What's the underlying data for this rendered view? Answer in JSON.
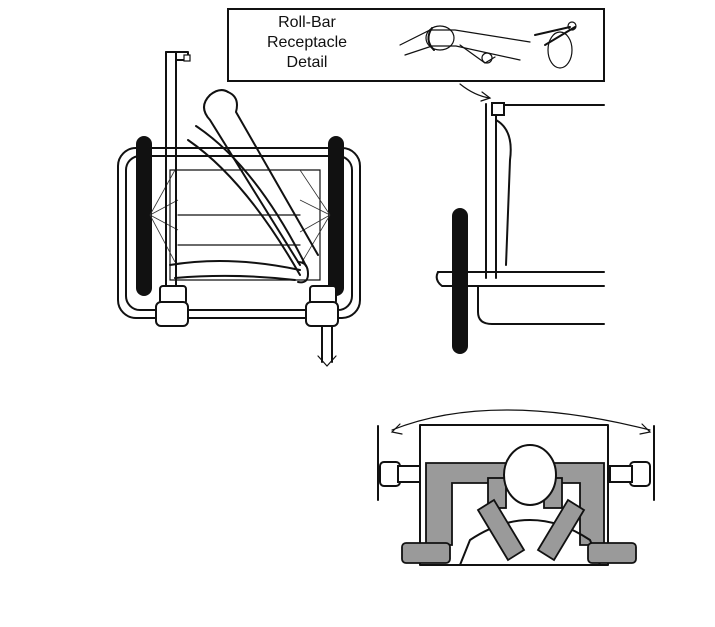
{
  "callout": {
    "line1": "Roll-Bar",
    "line2": "Receptacle",
    "line3": "Detail"
  },
  "colors": {
    "ink": "#111111",
    "strap_fill": "#9a9a9a",
    "background": "#ffffff"
  }
}
